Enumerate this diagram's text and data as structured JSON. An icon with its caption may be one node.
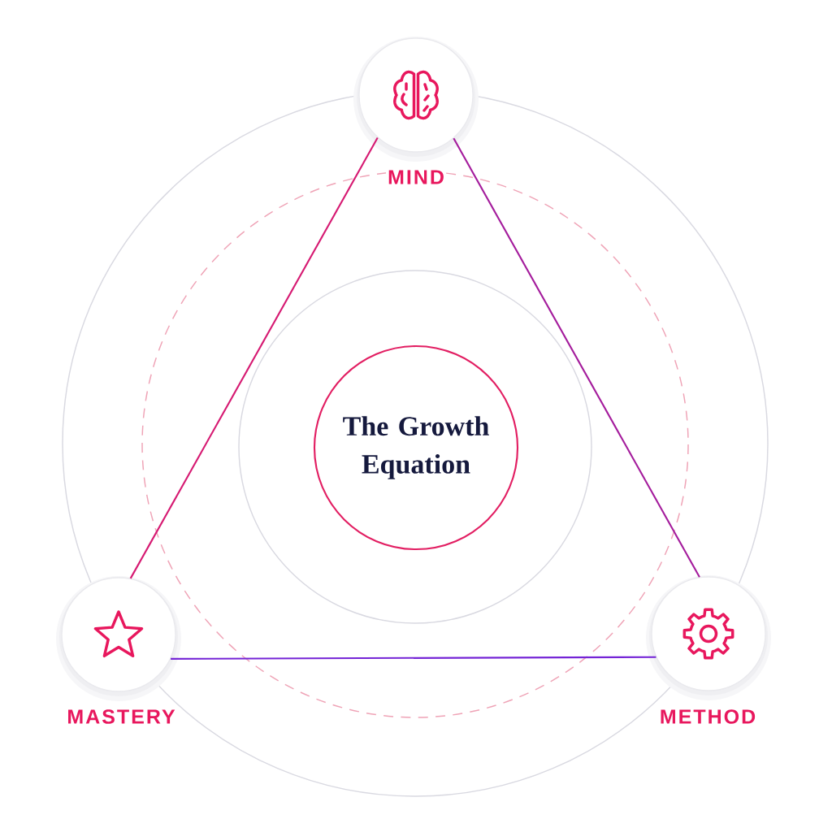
{
  "diagram": {
    "nodes": [
      {
        "text": [
          "The Growth Equation"
        ]
      },
      {
        "text": [
          "MIND"
        ]
      },
      {
        "text": [
          "MASTERY"
        ]
      },
      {
        "text": [
          "METHOD"
        ]
      }
    ],
    "edges": [
      {
        "from": 1,
        "to": 2,
        "arrow": "none",
        "color": "#d61a72"
      },
      {
        "from": 1,
        "to": 3,
        "arrow": "none",
        "color": "#a41c9c"
      },
      {
        "from": 2,
        "to": 3,
        "arrow": "none",
        "color": "#7424d6"
      }
    ]
  }
}
